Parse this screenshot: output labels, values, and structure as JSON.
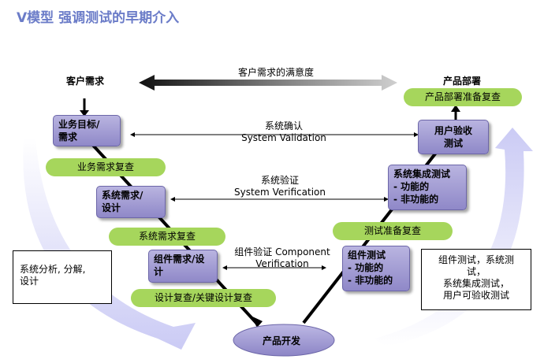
{
  "title": "V模型 强调测试的早期介入",
  "customer_req": "客户需求",
  "product_deploy": "产品部署",
  "satisfaction": "客户需求的满意度",
  "deploy_review": "产品部署准备复查",
  "nodes": {
    "biz_goal": [
      "业务目标/",
      "需求"
    ],
    "sys_req": [
      "系统需求/",
      "设计"
    ],
    "comp_req": [
      "组件需求/设",
      "计"
    ],
    "product_dev": "产品开发",
    "comp_test": [
      "组件测试",
      "- 功能的",
      "- 非功能的"
    ],
    "sys_int_test": [
      "系统集成测试",
      "- 功能的",
      "- 非功能的"
    ],
    "uat": [
      "用户验收",
      "测试"
    ]
  },
  "reviews": {
    "biz_review": "业务需求复查",
    "sys_review": "系统需求复查",
    "design_review": "设计复查/关键设计复查",
    "test_prep_review": "测试准备复查"
  },
  "links": {
    "validation": [
      "系统确认",
      "System Validation"
    ],
    "verification": [
      "系统验证",
      "System Verification"
    ],
    "comp_verification": [
      "组件验证 Component",
      "Verification"
    ]
  },
  "notes": {
    "left": [
      "系统分析, 分解,",
      "设计"
    ],
    "right": [
      "组件测试，系统测",
      "试，",
      "系统集成测试，",
      "用户可验收测试"
    ]
  }
}
